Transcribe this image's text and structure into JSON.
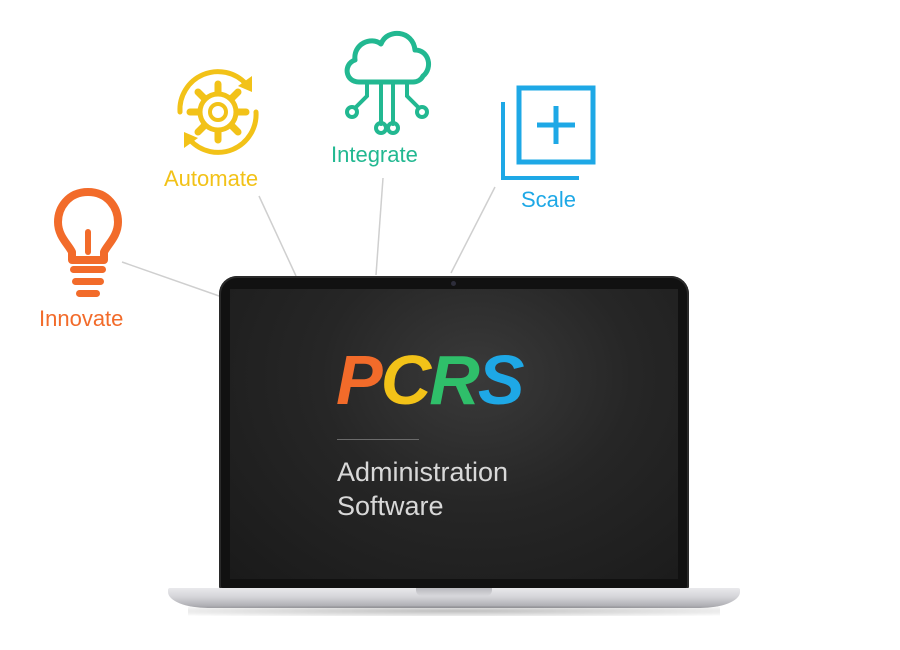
{
  "features": {
    "innovate": "Innovate",
    "automate": "Automate",
    "integrate": "Integrate",
    "scale": "Scale"
  },
  "icons": {
    "innovate": "lightbulb-icon",
    "automate": "gear-cycle-icon",
    "integrate": "cloud-network-icon",
    "scale": "plus-square-icon"
  },
  "colors": {
    "orange": "#f26b2a",
    "yellow": "#f2c218",
    "green": "#22b891",
    "blue": "#1ea8e6"
  },
  "screen": {
    "logo": {
      "p": "P",
      "c": "C",
      "r": "R",
      "s": "S"
    },
    "subtitle_line1": "Administration",
    "subtitle_line2": "Software"
  }
}
